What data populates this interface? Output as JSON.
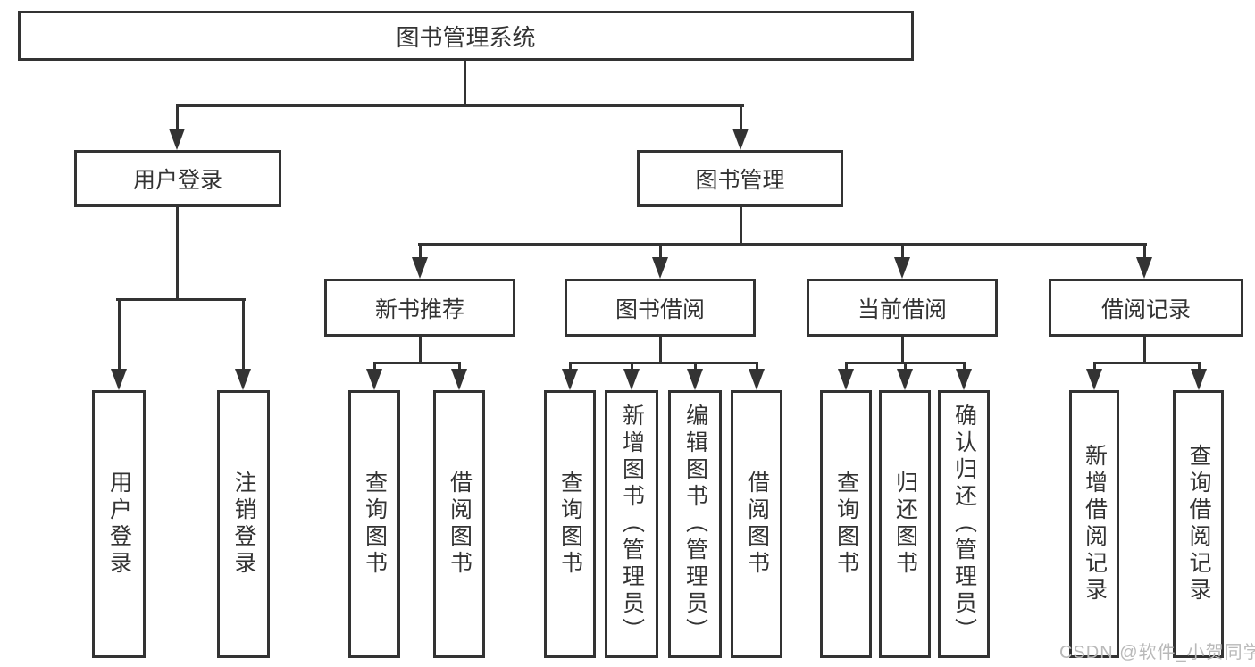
{
  "tree": {
    "root": {
      "label": "图书管理系统"
    },
    "children": [
      {
        "label": "用户登录",
        "children": [
          {
            "label": "用户登录"
          },
          {
            "label": "注销登录"
          }
        ]
      },
      {
        "label": "图书管理",
        "children": [
          {
            "label": "新书推荐",
            "children": [
              {
                "label": "查询图书"
              },
              {
                "label": "借阅图书"
              }
            ]
          },
          {
            "label": "图书借阅",
            "children": [
              {
                "label": "查询图书"
              },
              {
                "label": "新增图书（管理员）"
              },
              {
                "label": "编辑图书（管理员）"
              },
              {
                "label": "借阅图书"
              }
            ]
          },
          {
            "label": "当前借阅",
            "children": [
              {
                "label": "查询图书"
              },
              {
                "label": "归还图书"
              },
              {
                "label": "确认归还（管理员）"
              }
            ]
          },
          {
            "label": "借阅记录",
            "children": [
              {
                "label": "新增借阅记录"
              },
              {
                "label": "查询借阅记录"
              }
            ]
          }
        ]
      }
    ]
  },
  "watermark": "CSDN @软件_小贺同学",
  "colors": {
    "line": "#333333",
    "text": "#333333",
    "watermark": "#b9b9b9",
    "background": "#ffffff"
  }
}
